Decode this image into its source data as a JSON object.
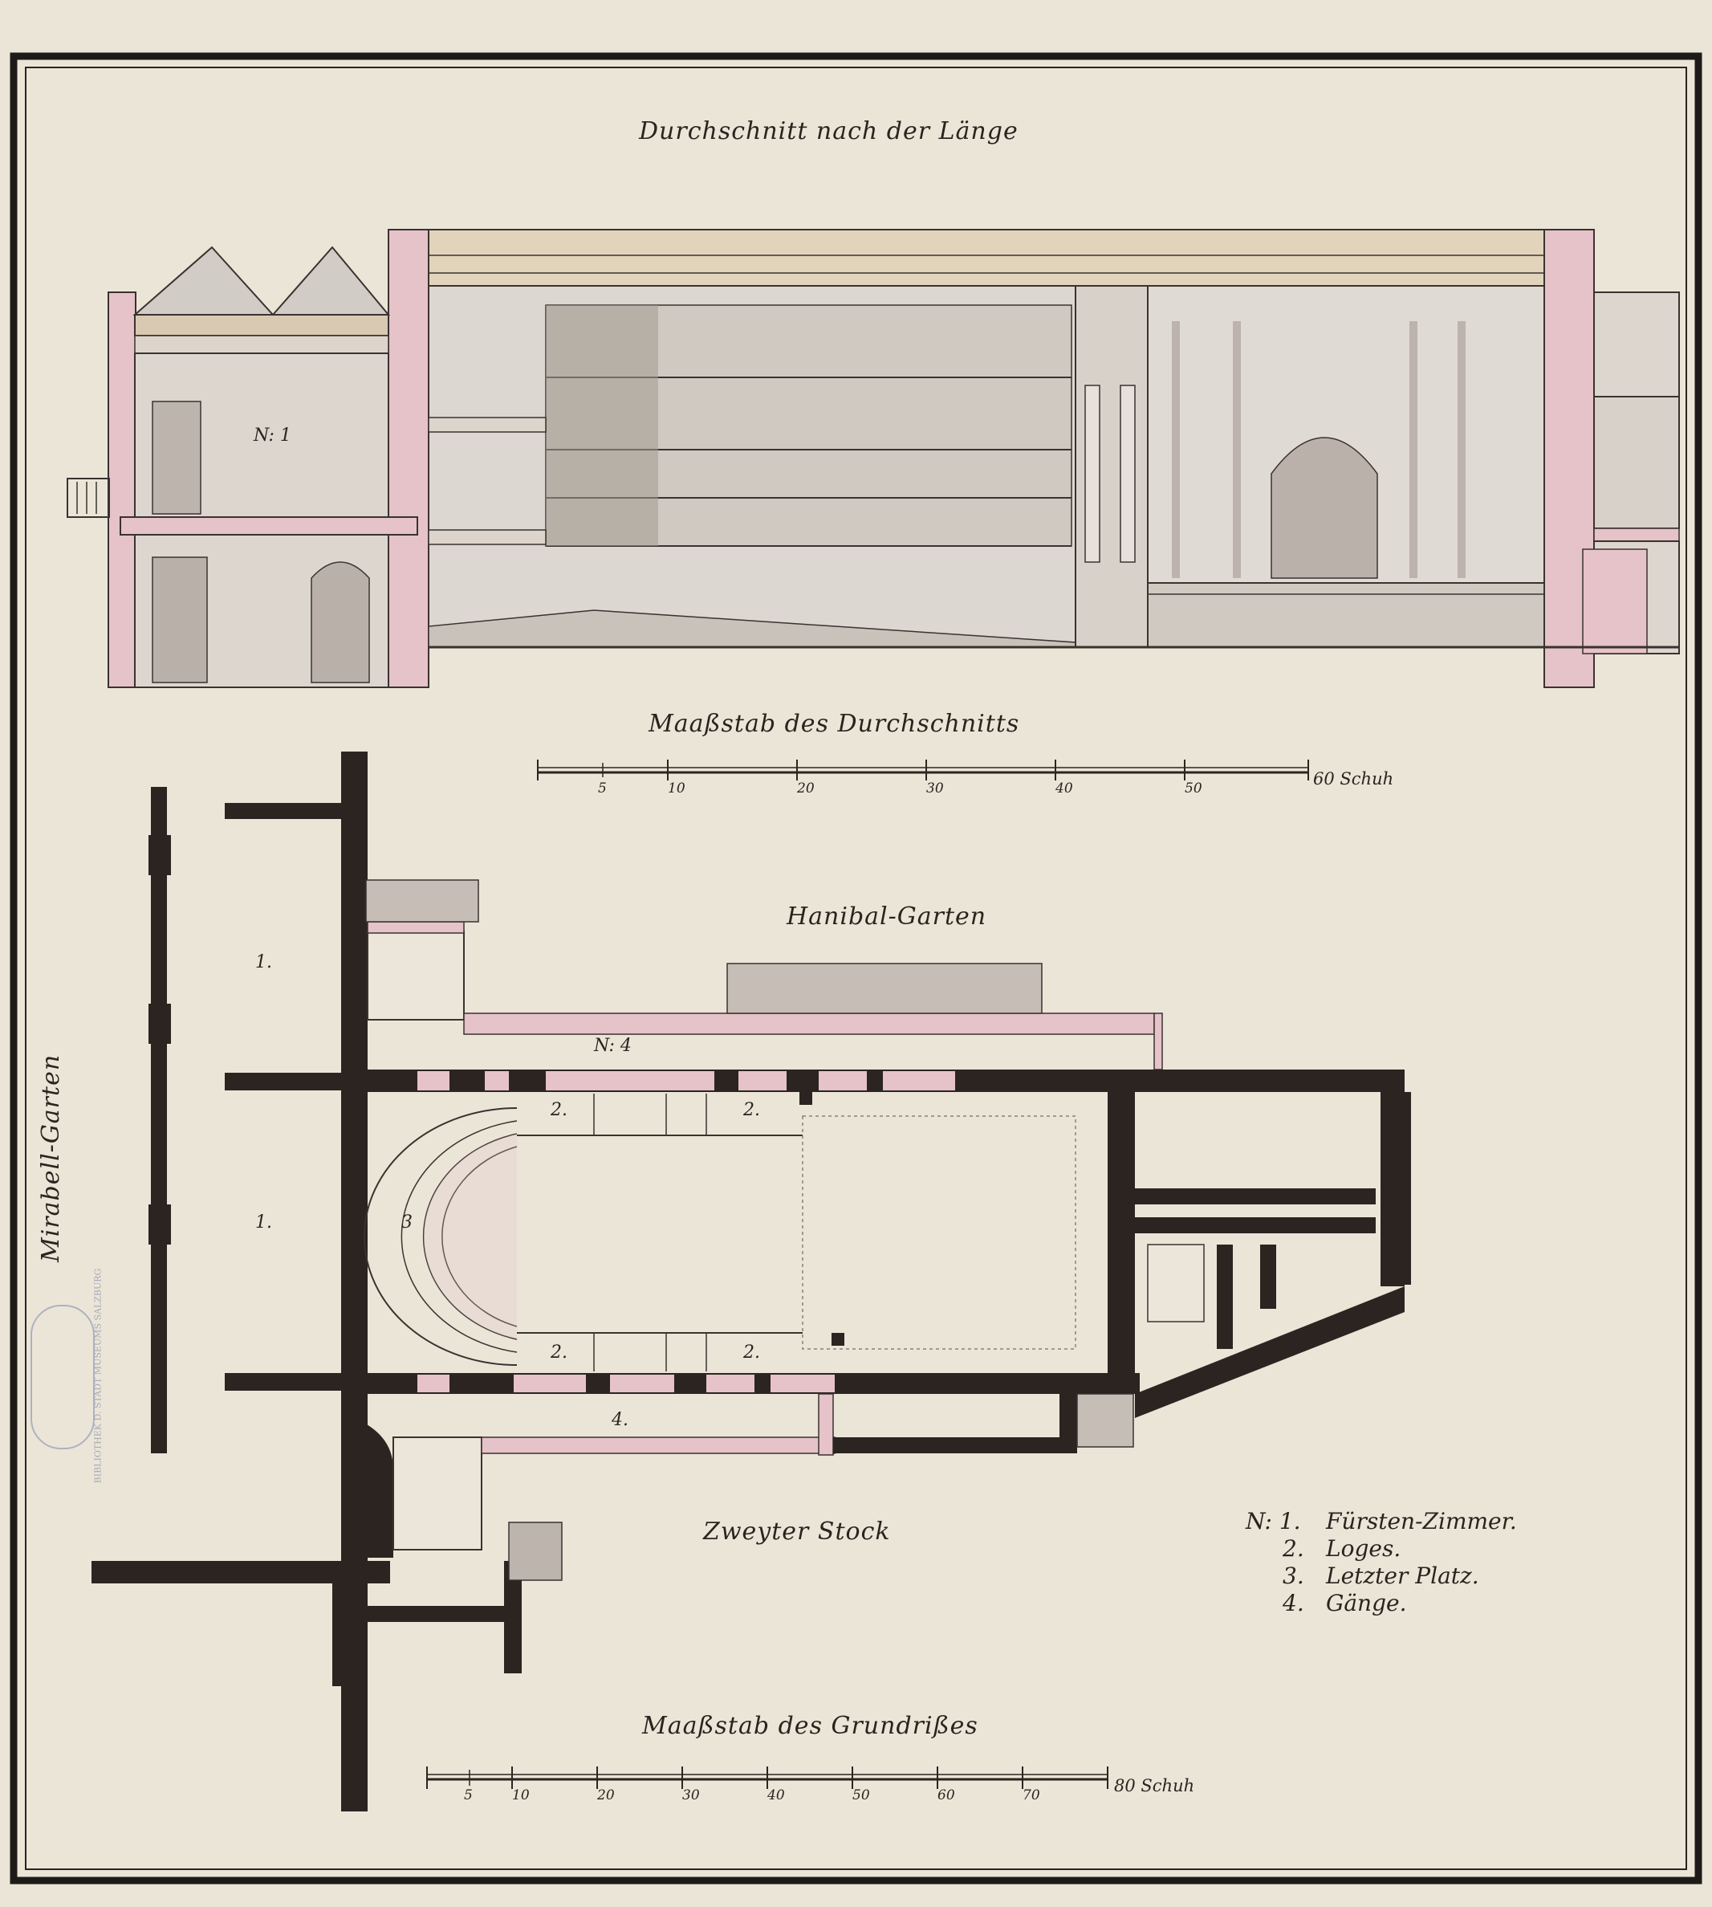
{
  "section": {
    "title": "Durchschnitt nach der Länge",
    "room_label": "N: 1",
    "scale_title": "Maaßstab des Durchschnitts",
    "scale_ticks": [
      "5",
      "10",
      "20",
      "30",
      "40",
      "50",
      "60 Schuh"
    ]
  },
  "plan": {
    "north_garden": "Hanibal-Garten",
    "west_garden": "Mirabell-Garten",
    "floor_title": "Zweyter Stock",
    "rooms": {
      "n4_top": "N: 4",
      "room1_a": "1.",
      "room1_b": "1.",
      "loge_1": "2.",
      "loge_2": "2.",
      "loge_3": "2.",
      "loge_4": "2.",
      "gallery": "3",
      "corridor_bottom": "4."
    },
    "scale_title": "Maaßstab des Grundrißes",
    "scale_ticks": [
      "5",
      "10",
      "20",
      "30",
      "40",
      "50",
      "60",
      "70",
      "80 Schuh"
    ]
  },
  "legend": [
    {
      "num": "N: 1.",
      "text": "Fürsten-Zimmer."
    },
    {
      "num": "2.",
      "text": "Loges."
    },
    {
      "num": "3.",
      "text": "Letzter Platz."
    },
    {
      "num": "4.",
      "text": "Gänge."
    }
  ],
  "stamp": {
    "text": "BIBLIOTHEK D. STADT MUSEUMS SALZBURG"
  },
  "colors": {
    "paper": "#ebe5d8",
    "ink": "#2c2420",
    "wall_cut": "#e5c3c8",
    "wash": "#b8b0a8"
  }
}
